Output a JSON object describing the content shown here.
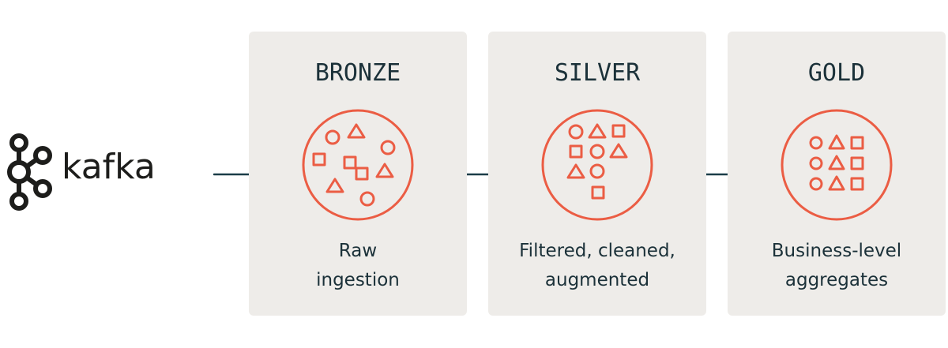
{
  "logo": {
    "text": "kafka"
  },
  "colors": {
    "accent": "#eb5d44",
    "arrow": "#1b3d48",
    "card": "#eeece9",
    "text": "#1b3139"
  },
  "stages": [
    {
      "title": "BRONZE",
      "desc_line1": "Raw",
      "desc_line2": "ingestion"
    },
    {
      "title": "SILVER",
      "desc_line1": "Filtered, cleaned,",
      "desc_line2": "augmented"
    },
    {
      "title": "GOLD",
      "desc_line1": "Business-level",
      "desc_line2": "aggregates"
    }
  ]
}
